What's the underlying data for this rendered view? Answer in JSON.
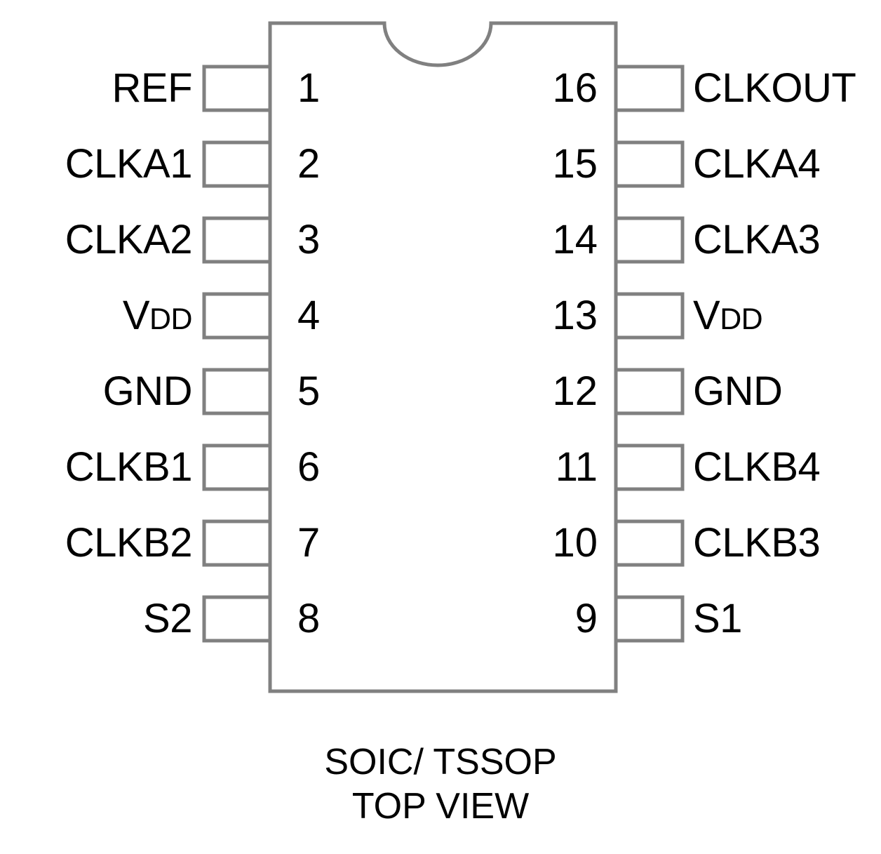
{
  "diagram": {
    "title_lines": [
      "SOIC/ TSSOP",
      "TOP VIEW"
    ],
    "package": "SOIC/ TSSOP",
    "view": "TOP VIEW",
    "pin_count": 16,
    "colors": {
      "body_outline": "#808080",
      "pin_outline": "#808080",
      "text": "#000000",
      "background": "#ffffff"
    },
    "left_pins": [
      {
        "number": "1",
        "label": "REF",
        "label_html": "REF"
      },
      {
        "number": "2",
        "label": "CLKA1",
        "label_html": "CLKA1"
      },
      {
        "number": "3",
        "label": "CLKA2",
        "label_html": "CLKA2"
      },
      {
        "number": "4",
        "label": "VDD",
        "label_html": "V<span class=\"sub\">DD</span>"
      },
      {
        "number": "5",
        "label": "GND",
        "label_html": "GND"
      },
      {
        "number": "6",
        "label": "CLKB1",
        "label_html": "CLKB1"
      },
      {
        "number": "7",
        "label": "CLKB2",
        "label_html": "CLKB2"
      },
      {
        "number": "8",
        "label": "S2",
        "label_html": "S2"
      }
    ],
    "right_pins": [
      {
        "number": "16",
        "label": "CLKOUT",
        "label_html": "CLKOUT"
      },
      {
        "number": "15",
        "label": "CLKA4",
        "label_html": "CLKA4"
      },
      {
        "number": "14",
        "label": "CLKA3",
        "label_html": "CLKA3"
      },
      {
        "number": "13",
        "label": "VDD",
        "label_html": "V<span class=\"sub\">DD</span>"
      },
      {
        "number": "12",
        "label": "GND",
        "label_html": "GND"
      },
      {
        "number": "11",
        "label": "CLKB4",
        "label_html": "CLKB4"
      },
      {
        "number": "10",
        "label": "CLKB3",
        "label_html": "CLKB3"
      },
      {
        "number": "9",
        "label": "S1",
        "label_html": "S1"
      }
    ]
  }
}
